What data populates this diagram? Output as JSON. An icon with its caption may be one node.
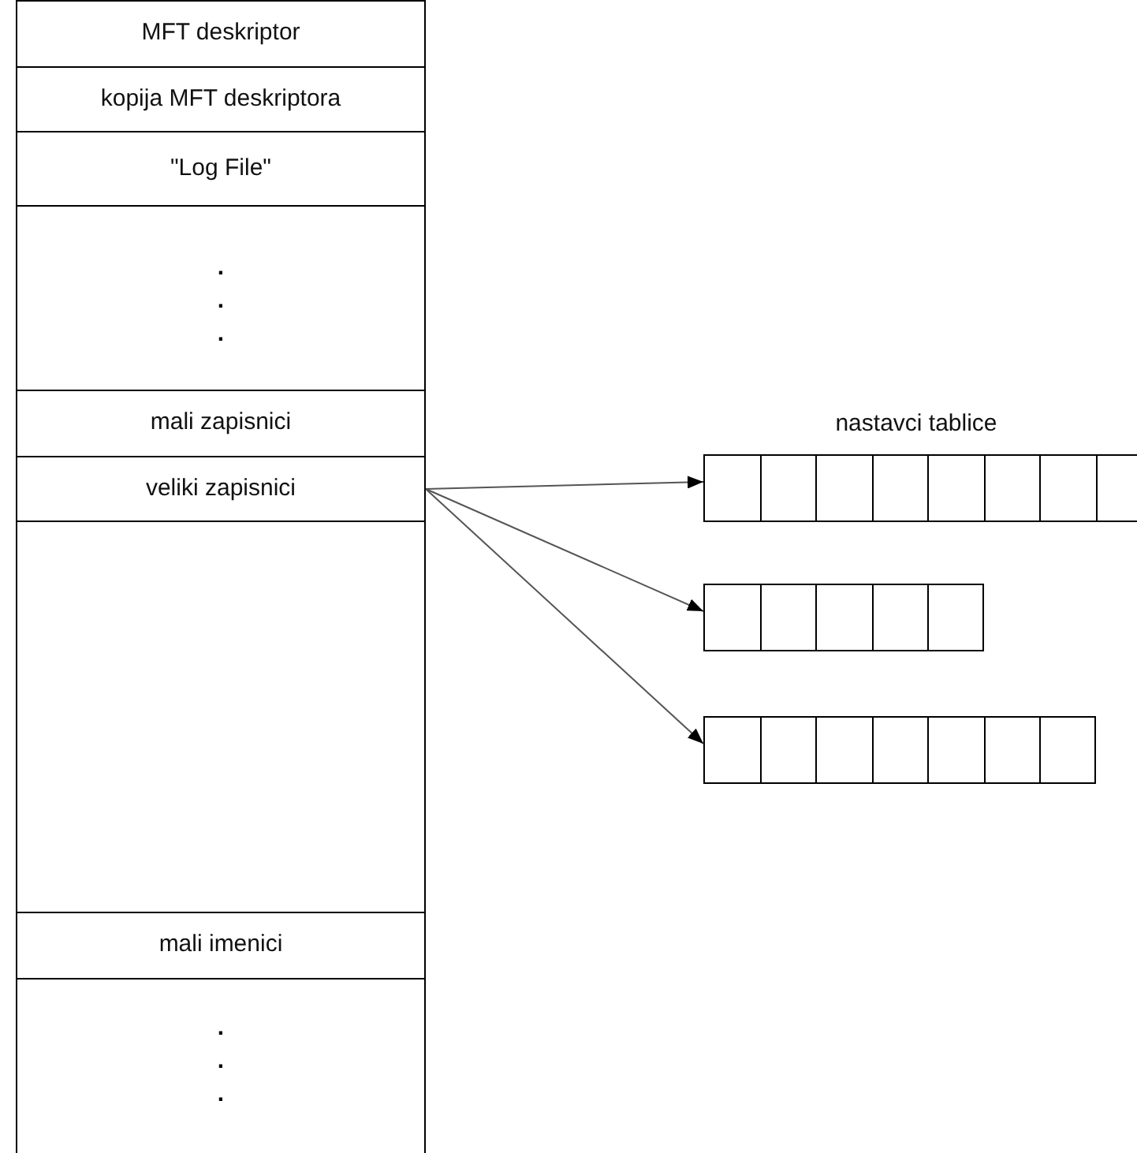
{
  "diagram": {
    "nodes": [
      {
        "text": [
          "MFT deskriptor"
        ]
      },
      {
        "text": [
          "kopija MFT deskriptora"
        ]
      },
      {
        "text": [
          "\"Log File\""
        ]
      },
      {
        "text": [
          ". . ."
        ]
      },
      {
        "text": [
          "mali zapisnici"
        ]
      },
      {
        "text": [
          "veliki zapisnici"
        ]
      },
      {
        "text": [],
        "shape": "box"
      },
      {
        "text": [
          "mali imenici"
        ]
      },
      {
        "text": [
          ". . ."
        ]
      },
      {
        "text": [],
        "shape": "bar"
      },
      {
        "text": [],
        "shape": "bar"
      },
      {
        "text": [],
        "shape": "bar"
      }
    ],
    "edges": [
      {
        "from": 5,
        "to": 9,
        "arrow": "to"
      },
      {
        "from": 5,
        "to": 10,
        "arrow": "to"
      },
      {
        "from": 5,
        "to": 11,
        "arrow": "to"
      }
    ],
    "labels": [
      "nastavci tablice"
    ]
  }
}
